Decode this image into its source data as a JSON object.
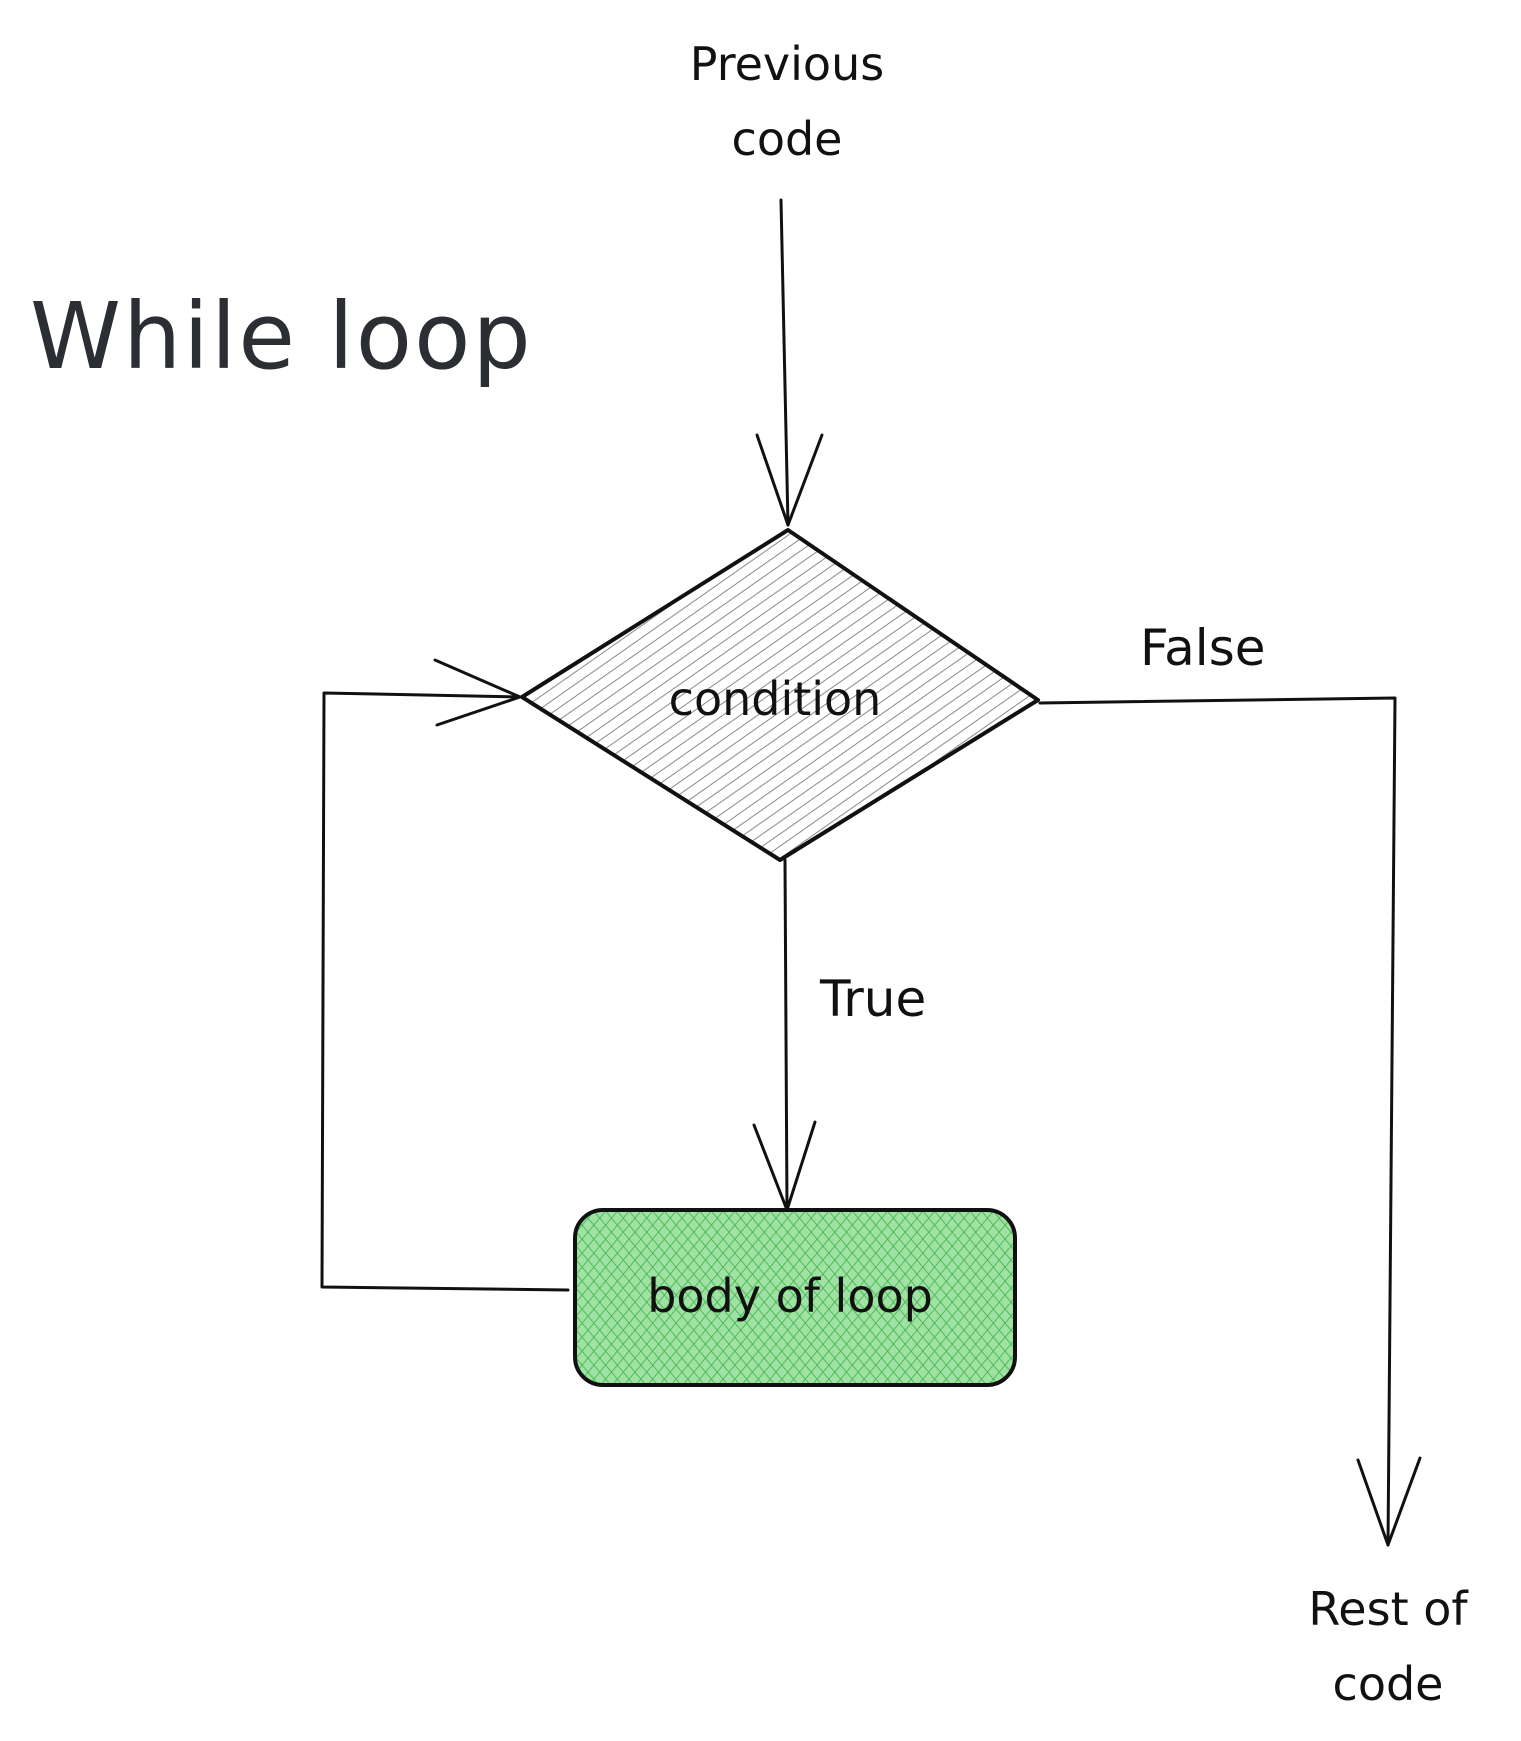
{
  "title": "While loop",
  "nodes": {
    "start": {
      "line1": "Previous",
      "line2": "code"
    },
    "condition": {
      "label": "condition"
    },
    "body": {
      "label": "body of loop"
    },
    "end": {
      "line1": "Rest of",
      "line2": "code"
    }
  },
  "edges": {
    "true_label": "True",
    "false_label": "False"
  },
  "colors": {
    "ink": "#111111",
    "title_ink": "#2b2f33",
    "condition_hatch": "#8a8a8a",
    "body_fill": "#9fe2a3",
    "body_hatch": "#3fb24b"
  }
}
